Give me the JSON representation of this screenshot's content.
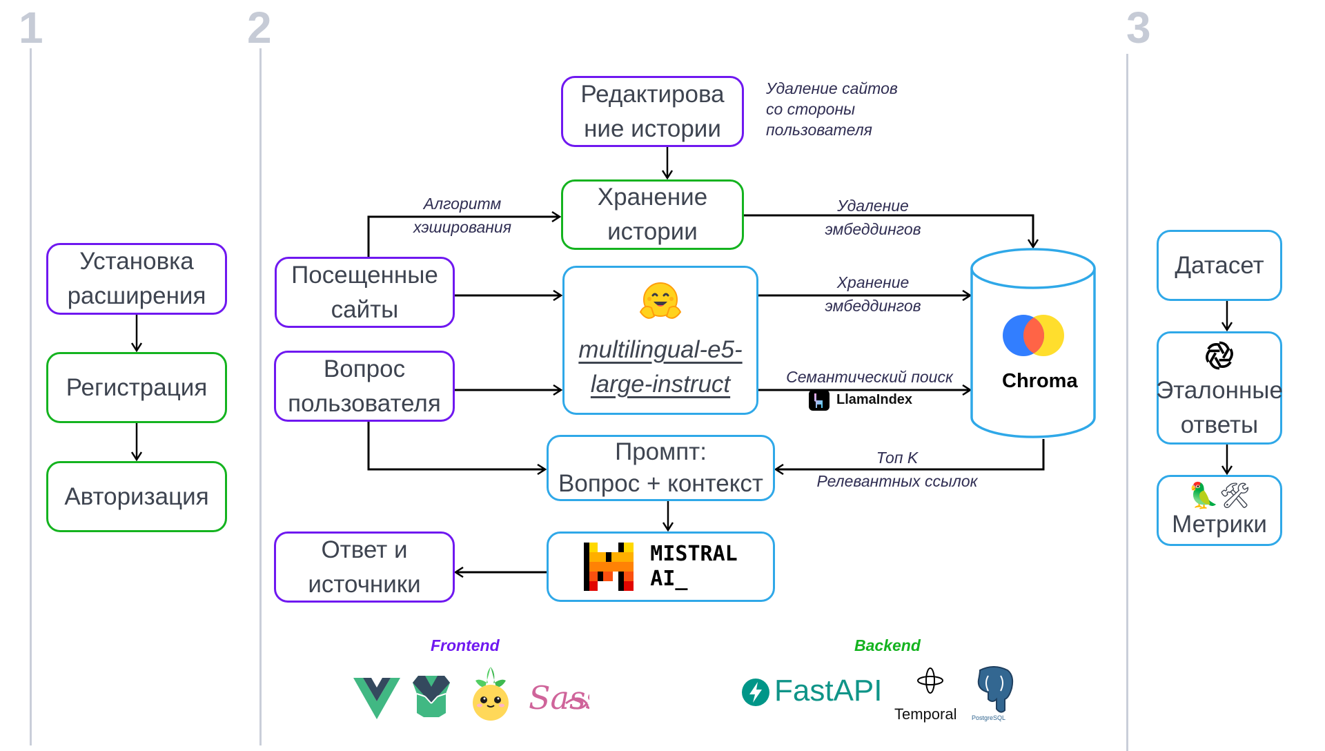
{
  "sections": [
    {
      "number": "1"
    },
    {
      "number": "2"
    },
    {
      "number": "3"
    }
  ],
  "colors": {
    "user_action": "#6f18f0",
    "auth_storage": "#14b31f",
    "ml_component": "#2fa8e8",
    "section_gray": "#c6cbd6",
    "frontend_title": "#6f18f0",
    "backend_title": "#14b31f"
  },
  "section1": {
    "boxes": [
      {
        "text": "Установка расширения"
      },
      {
        "text": "Регистрация"
      },
      {
        "text": "Авторизация"
      }
    ]
  },
  "section2": {
    "edit_history": {
      "line1": "Редактирова",
      "line2": "ние истории"
    },
    "edit_note": {
      "line1": "Удаление сайтов",
      "line2": "со стороны",
      "line3": "пользователя"
    },
    "history_storage": {
      "line1": "Хранение",
      "line2": "истории"
    },
    "visited_sites": {
      "line1": "Посещенные",
      "line2": "сайты"
    },
    "user_question": {
      "line1": "Вопрос",
      "line2": "пользователя"
    },
    "embedding_model": {
      "icon": "hugging-face-icon",
      "line1": "multilingual-e5-",
      "line2": "large-instruct"
    },
    "prompt": {
      "line1": "Промпт:",
      "line2": "Вопрос + контекст"
    },
    "llm": {
      "line1": "MISTRAL",
      "line2": "AI_"
    },
    "answer": {
      "line1": "Ответ и",
      "line2": "источники"
    },
    "vector_db": {
      "name": "Chroma"
    },
    "edge_labels": {
      "hashing": {
        "line1": "Алгоритм",
        "line2": "хэширования"
      },
      "delete_embeddings": {
        "line1": "Удаление",
        "line2": "эмбеддингов"
      },
      "store_embeddings": {
        "line1": "Хранение",
        "line2": "эмбеддингов"
      },
      "semantic_search": {
        "line1": "Семантический поиск",
        "tool": "LlamaIndex"
      },
      "top_k": {
        "line1": "Топ K",
        "line2": "Релевантных ссылок"
      }
    },
    "frontend": {
      "title": "Frontend",
      "logos": [
        "vue-icon",
        "quasar-icon",
        "pinia-icon",
        "sass-icon"
      ],
      "sass_text": "Sass"
    },
    "backend": {
      "title": "Backend",
      "fastapi": "FastAPI",
      "temporal": "Temporal",
      "postgres": "PostgreSQL"
    }
  },
  "section3": {
    "boxes": [
      {
        "line1": "Датасет"
      },
      {
        "icon": "openai-icon",
        "line1": "Эталонные",
        "line2": "ответы"
      },
      {
        "icon": "parrot-tools-icon",
        "line1": "Метрики"
      }
    ]
  }
}
